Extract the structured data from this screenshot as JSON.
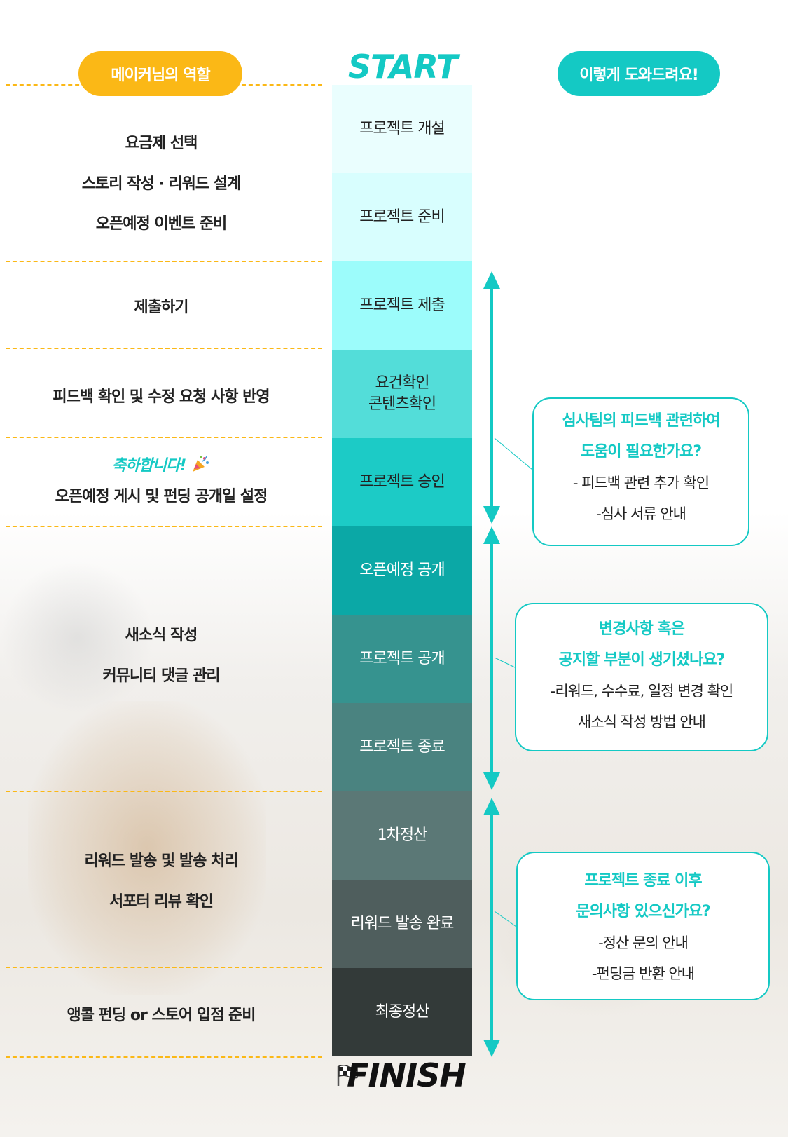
{
  "header": {
    "maker_role_label": "메이커님의 역할",
    "start_label": "START",
    "help_label": "이렇게 도와드려요!",
    "finish_label": "FINISH"
  },
  "icons": {
    "finish": "checkered-flag-icon",
    "congrats": "party-popper-icon"
  },
  "colors": {
    "yellow": "#fbb816",
    "teal": "#14c9c4",
    "text": "#222222"
  },
  "steps": [
    {
      "label": "프로젝트 개설",
      "color": "#eafefe",
      "text_color": "#222222"
    },
    {
      "label": "프로젝트 준비",
      "color": "#d8fefe",
      "text_color": "#222222"
    },
    {
      "label": "프로젝트 제출",
      "color": "#9cfcfb",
      "text_color": "#222222"
    },
    {
      "label": "요건확인\n콘텐츠확인",
      "color": "#53ddd9",
      "text_color": "#222222"
    },
    {
      "label": "프로젝트 승인",
      "color": "#1ccbc6",
      "text_color": "#222222"
    },
    {
      "label": "오픈예정 공개",
      "color": "#0ba8a6",
      "text_color": "#ffffff"
    },
    {
      "label": "프로젝트 공개",
      "color": "#36938f",
      "text_color": "#ffffff"
    },
    {
      "label": "프로젝트 종료",
      "color": "#4a8380",
      "text_color": "#ffffff"
    },
    {
      "label": "1차정산",
      "color": "#5b7876",
      "text_color": "#ffffff"
    },
    {
      "label": "리워드 발송 완료",
      "color": "#4f5e5d",
      "text_color": "#ffffff"
    },
    {
      "label": "최종정산",
      "color": "#333a39",
      "text_color": "#ffffff"
    }
  ],
  "roles": {
    "plan_1": "요금제 선택",
    "plan_2": "스토리 작성 · 리워드 설계",
    "plan_3": "오픈예정 이벤트 준비",
    "submit": "제출하기",
    "feedback": "피드백 확인 및 수정 요청 사항 반영",
    "congrats": "축하합니다!",
    "open_setup": "오픈예정 게시 및 펀딩 공개일 설정",
    "news": "새소식 작성",
    "community": "커뮤니티 댓글 관리",
    "reward_ship": "리워드 발송 및 발송 처리",
    "review": "서포터 리뷰 확인",
    "encore": "앵콜 펀딩 or 스토어 입점 준비"
  },
  "help_boxes": [
    {
      "heading_1": "심사팀의 피드백 관련하여",
      "heading_2": "도움이 필요한가요?",
      "item_1": "-   피드백 관련 추가 확인",
      "item_2": "-심사 서류 안내"
    },
    {
      "heading_1": "변경사항 혹은",
      "heading_2": "공지할 부분이 생기셨나요?",
      "item_1": "-리워드, 수수료, 일정 변경 확인",
      "item_2": "새소식 작성 방법 안내"
    },
    {
      "heading_1": "프로젝트 종료 이후",
      "heading_2": "문의사항 있으신가요?",
      "item_1": "-정산 문의 안내",
      "item_2": "-펀딩금 반환 안내"
    }
  ]
}
